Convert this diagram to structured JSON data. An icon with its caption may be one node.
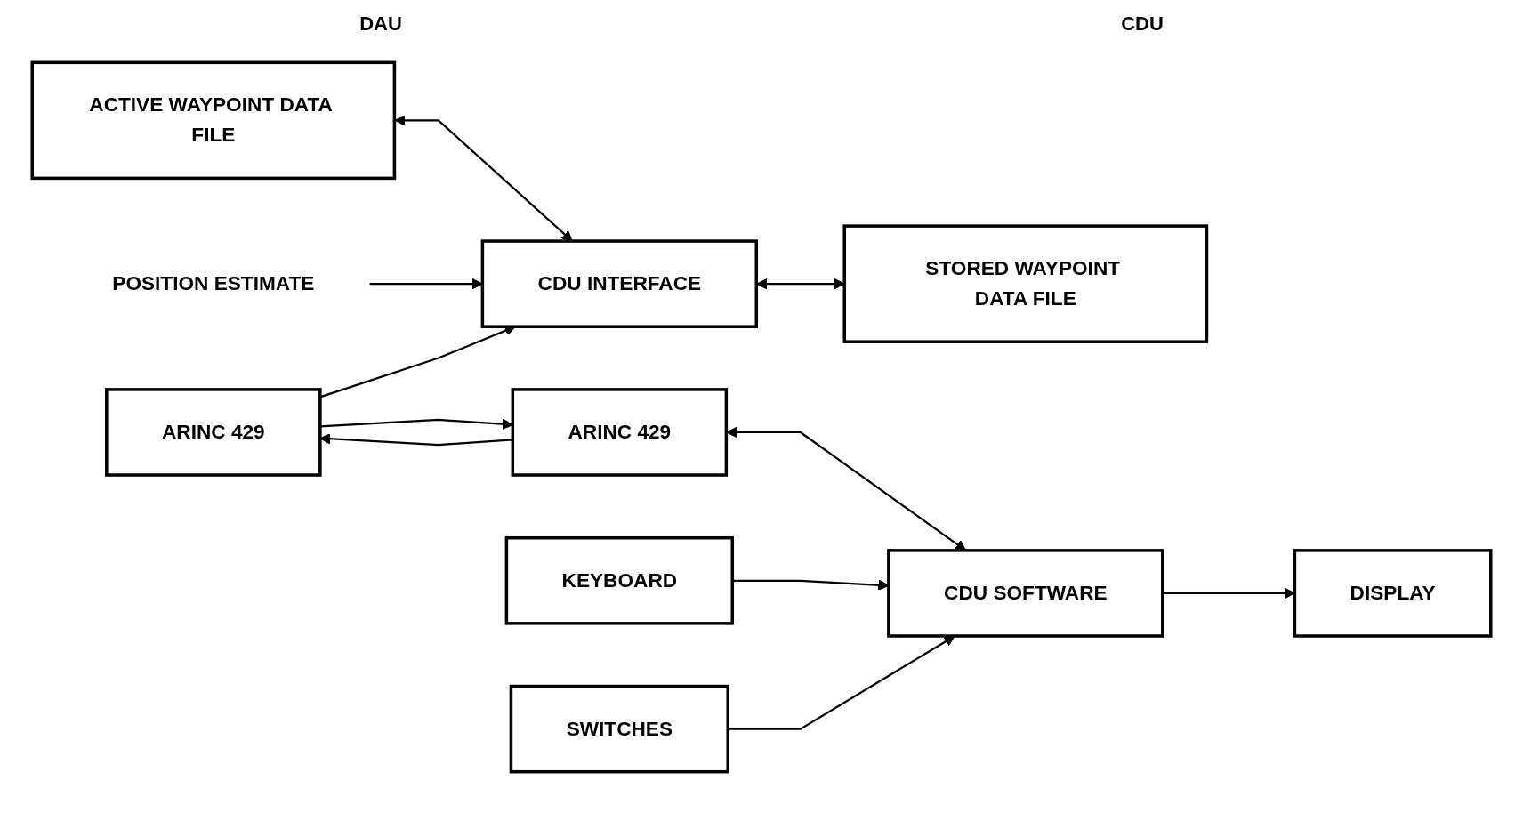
{
  "diagram": {
    "nodes": [
      {
        "text": [
          "ACTIVE WAYPOINT DATA FILE"
        ]
      },
      {
        "text": [
          "CDU INTERFACE"
        ]
      },
      {
        "text": [
          "STORED WAYPOINT DATA FILE"
        ]
      },
      {
        "text": [
          "ARINC 429"
        ]
      },
      {
        "text": [
          "ARINC 429"
        ]
      },
      {
        "text": [
          "CDU SOFTWARE"
        ]
      },
      {
        "text": [
          "KEYBOARD"
        ]
      },
      {
        "text": [
          "DISPLAY"
        ]
      },
      {
        "text": [
          "SWITCHES"
        ]
      },
      {
        "text": [
          "POSITION ESTIMATE"
        ]
      }
    ],
    "edges": [
      {
        "from": 0,
        "to": 1,
        "arrow": "both"
      },
      {
        "from": 1,
        "to": 2,
        "arrow": "both"
      },
      {
        "from": 9,
        "to": 1,
        "arrow": "to"
      },
      {
        "from": 3,
        "to": 1,
        "arrow": "to"
      },
      {
        "from": 4,
        "to": 3,
        "arrow": "to"
      },
      {
        "from": 3,
        "to": 4,
        "arrow": "to"
      },
      {
        "from": 4,
        "to": 5,
        "arrow": "both"
      },
      {
        "from": 6,
        "to": 5,
        "arrow": "to"
      },
      {
        "from": 5,
        "to": 7,
        "arrow": "to"
      },
      {
        "from": 8,
        "to": 5,
        "arrow": "to"
      }
    ],
    "labels": [
      "DAU",
      "CDU"
    ]
  }
}
